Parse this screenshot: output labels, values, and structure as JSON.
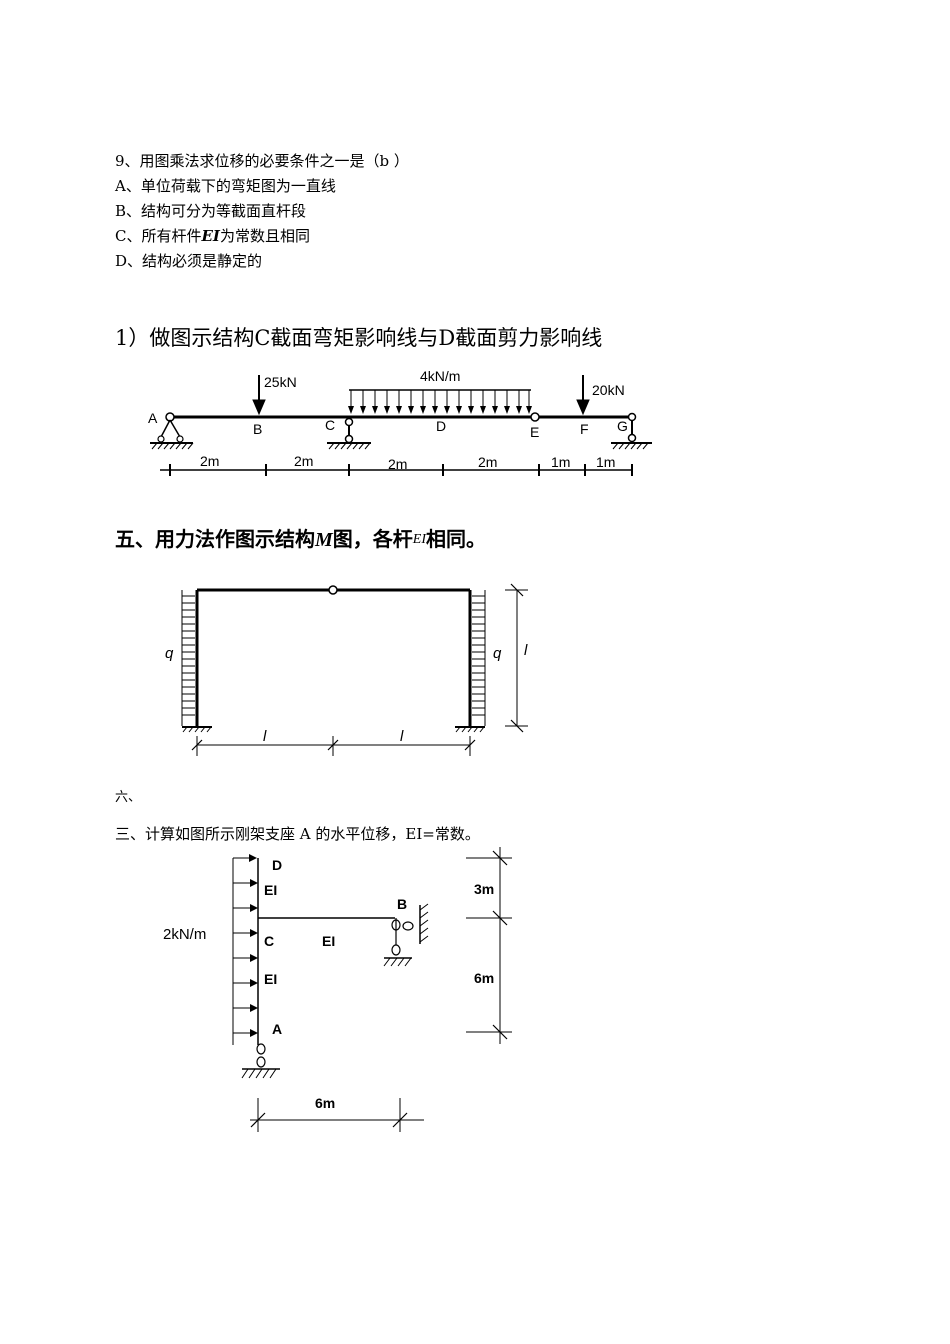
{
  "question9": {
    "stem": "9、用图乘法求位移的必要条件之一是（b ）",
    "options": [
      "A、单位荷载下的弯矩图为一直线",
      "B、结构可分为等截面直杆段",
      "C、所有杆件",
      "D、结构必须是静定的"
    ],
    "option_c_ei": "EI",
    "option_c_tail": "为常数且相同"
  },
  "section1": {
    "title": "1）做图示结构C截面弯矩影响线与D截面剪力影响线",
    "loads": {
      "left_point": "25kN",
      "distributed": "4kN/m",
      "right_point": "20kN"
    },
    "points": [
      "A",
      "B",
      "C",
      "D",
      "E",
      "F",
      "G"
    ],
    "dims": [
      "2m",
      "2m",
      "2m",
      "2m",
      "1m",
      "1m"
    ]
  },
  "section5": {
    "title_a": "五、用力法作图示结构",
    "title_m": "M",
    "title_b": "图，各杆",
    "title_ei": "EI",
    "title_c": "相同。",
    "load_label": "q",
    "span_label": "l",
    "height_label": "l"
  },
  "section6": {
    "label": "六、"
  },
  "section3": {
    "title": "三、计算如图所示刚架支座 A 的水平位移，EI=常数。",
    "load": "2kN/m",
    "nodes": {
      "D": "D",
      "C": "C",
      "B": "B",
      "A": "A"
    },
    "ei": "EI",
    "dims": {
      "top": "3m",
      "bottom": "6m",
      "span": "6m"
    }
  }
}
